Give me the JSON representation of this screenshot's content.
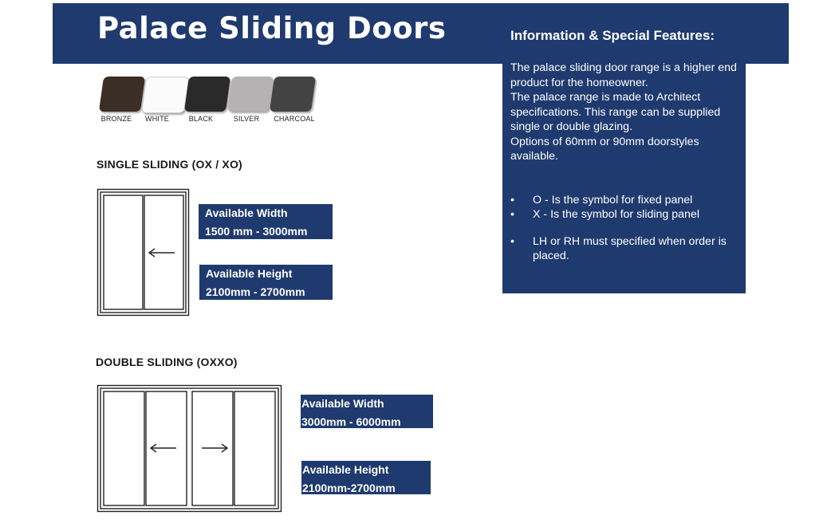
{
  "header": {
    "title": "Palace Sliding Doors"
  },
  "colours": [
    {
      "label": "BRONZE",
      "color": "#3a2e25"
    },
    {
      "label": "WHITE",
      "color": "#fbfbfb"
    },
    {
      "label": "BLACK",
      "color": "#2a2a2a"
    },
    {
      "label": "SILVER",
      "color": "#b4b2b2"
    },
    {
      "label": "CHARCOAL",
      "color": "#434343"
    }
  ],
  "single": {
    "heading": "SINGLE SLIDING (OX / XO)",
    "width_label": "Available Width",
    "width_value": "1500 mm - 3000mm",
    "height_label": "Available Height",
    "height_value": "2100mm - 2700mm"
  },
  "double": {
    "heading": "DOUBLE SLIDING (OXXO)",
    "width_label": "Available Width",
    "width_value": "3000mm - 6000mm",
    "height_label": "Available Height",
    "height_value": "2100mm-2700mm"
  },
  "info": {
    "heading": "Information & Special Features:",
    "paragraphs": [
      "The palace sliding door range is a higher end product for the homeowner.",
      "The palace range is made to Architect specifications. This range can be supplied single or double glazing.",
      "Options of 60mm or 90mm doorstyles available."
    ],
    "bullets": [
      "O - Is the symbol for fixed panel",
      "X -  Is the symbol for sliding panel",
      "LH or RH must specified when order is placed."
    ]
  },
  "theme": {
    "navy": "#1f3a6e"
  }
}
